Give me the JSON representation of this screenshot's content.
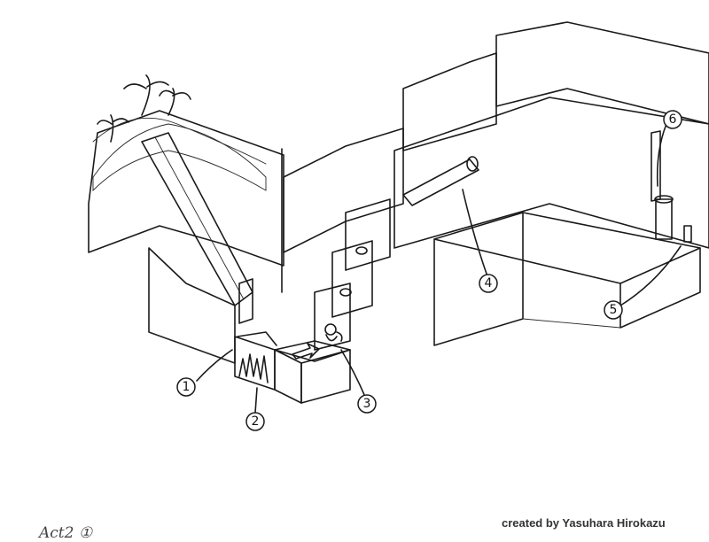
{
  "credit": "created by Yasuhara Hirokazu",
  "act_label": "Act2 ①",
  "callouts": [
    {
      "label": "1",
      "target": "arch-entrance"
    },
    {
      "label": "2",
      "target": "spike-pit"
    },
    {
      "label": "3",
      "target": "monkey-enemy"
    },
    {
      "label": "4",
      "target": "pipe-platform"
    },
    {
      "label": "5",
      "target": "ledge-post"
    },
    {
      "label": "6",
      "target": "vertical-pipe"
    }
  ]
}
